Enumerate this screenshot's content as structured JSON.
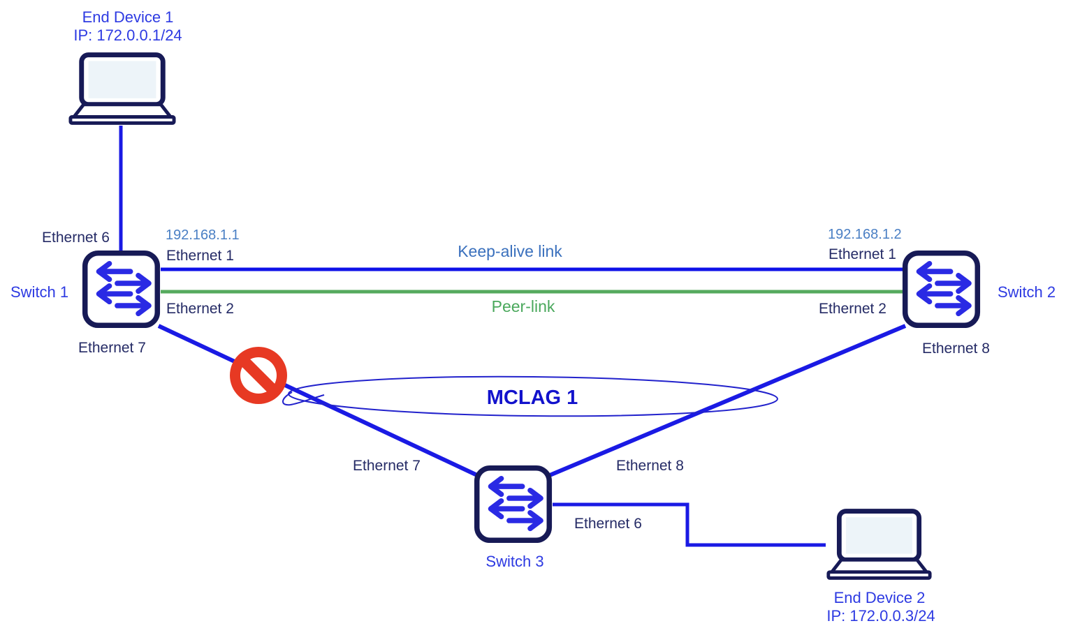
{
  "diagram": {
    "title_hint": "MCLAG network topology",
    "devices": {
      "end_device_1": {
        "label": "End Device 1",
        "ip": "IP: 172.0.0.1/24"
      },
      "end_device_2": {
        "label": "End Device 2",
        "ip": "IP: 172.0.0.3/24"
      },
      "switch_1": {
        "label": "Switch 1"
      },
      "switch_2": {
        "label": "Switch 2"
      },
      "switch_3": {
        "label": "Switch 3"
      }
    },
    "ports": {
      "switch_1": {
        "eth6": "Ethernet 6",
        "eth1": "Ethernet 1",
        "eth2": "Ethernet 2",
        "eth7": "Ethernet 7"
      },
      "switch_2": {
        "eth1": "Ethernet 1",
        "eth2": "Ethernet 2",
        "eth8": "Ethernet 8"
      },
      "switch_3": {
        "eth7": "Ethernet 7",
        "eth8": "Ethernet 8",
        "eth6": "Ethernet 6"
      }
    },
    "addresses": {
      "switch_1_eth1": "192.168.1.1",
      "switch_2_eth1": "192.168.1.2"
    },
    "links": {
      "keep_alive": {
        "label": "Keep-alive link",
        "color": "#0f12e8"
      },
      "peer": {
        "label": "Peer-link",
        "color": "#55aa5e"
      },
      "mclag": {
        "label": "MCLAG 1",
        "color": "#1212cc"
      },
      "access_links_color": "#1a1ae4"
    },
    "status": {
      "blocked_link": "Switch 1 Ethernet 7 link blocked",
      "blocked_icon_color": "#e73923"
    },
    "colors": {
      "icon_outline_navy": "#171a56",
      "icon_arrow_blue": "#2a2ae4",
      "port_label_navy": "#252b66",
      "device_label_blue": "#2d3ae2",
      "ip_label_blue": "#4a7fc4",
      "keepalive_text_blue": "#3a70bd",
      "peer_text_green": "#4aa85c",
      "laptop_screen_fill": "#edf4f9"
    }
  }
}
